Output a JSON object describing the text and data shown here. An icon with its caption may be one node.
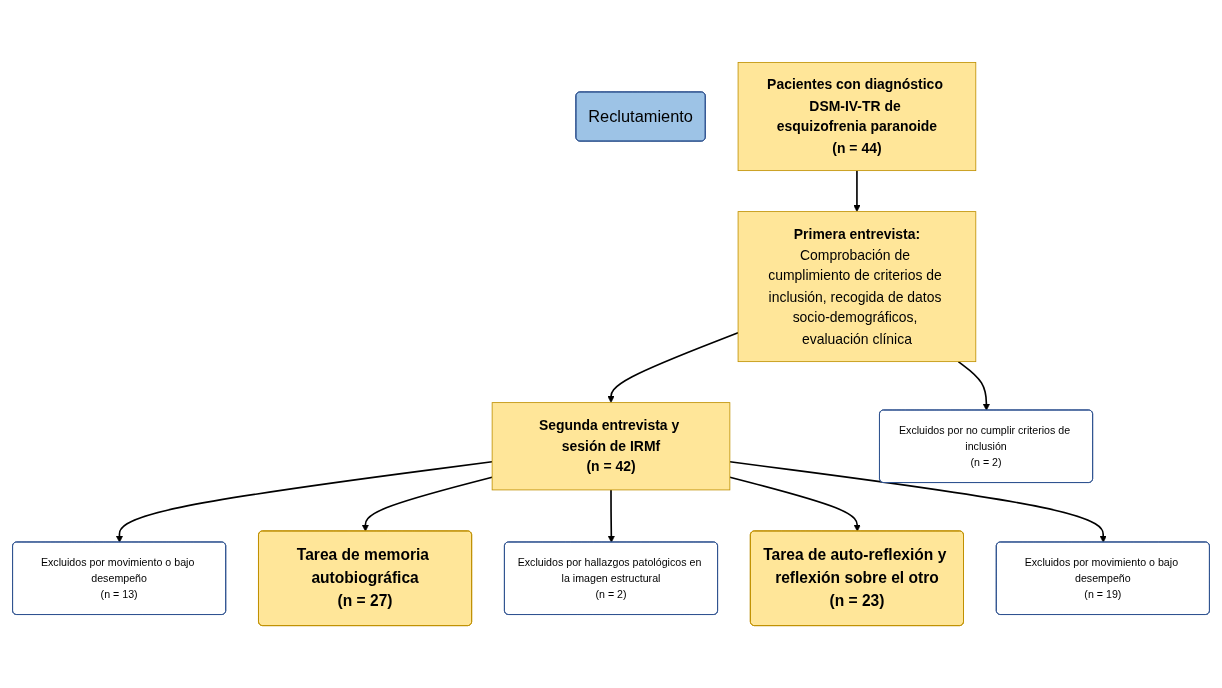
{
  "diagram": {
    "nodes": [
      {
        "text": [
          "Reclutamiento"
        ]
      },
      {
        "text": [
          "Pacientes con diagnóstico DSM-IV-TR de esquizofrenia paranoide",
          "(n = 44)"
        ]
      },
      {
        "text": [
          "Primera entrevista:",
          "Comprobación de cumplimiento de criterios de inclusión, recogida de datos socio-demográficos, evaluación clínica"
        ]
      },
      {
        "text": [
          "Excluidos por no cumplir criterios de inclusión",
          "(n = 2)"
        ]
      },
      {
        "text": [
          "Segunda entrevista y sesión de IRMf",
          "(n = 42)"
        ]
      },
      {
        "text": [
          "Excluidos por movimiento o bajo desempeño",
          "(n = 13)"
        ]
      },
      {
        "text": [
          "Tarea de memoria autobiográfica",
          "(n = 27)"
        ]
      },
      {
        "text": [
          "Excluidos por hallazgos patológicos en la imagen estructural",
          "(n = 2)"
        ]
      },
      {
        "text": [
          "Tarea de auto-reflexión y reflexión sobre el otro",
          "(n = 23)"
        ]
      },
      {
        "text": [
          "Excluidos por movimiento o bajo desempeño",
          "(n = 19)"
        ]
      }
    ],
    "edges": [
      {
        "from": 1,
        "to": 2,
        "arrow": "to"
      },
      {
        "from": 2,
        "to": 4,
        "arrow": "to"
      },
      {
        "from": 2,
        "to": 3,
        "arrow": "to"
      },
      {
        "from": 4,
        "to": 5,
        "arrow": "to"
      },
      {
        "from": 4,
        "to": 6,
        "arrow": "to"
      },
      {
        "from": 4,
        "to": 7,
        "arrow": "to"
      },
      {
        "from": 4,
        "to": 8,
        "arrow": "to"
      },
      {
        "from": 4,
        "to": 9,
        "arrow": "to"
      }
    ]
  }
}
